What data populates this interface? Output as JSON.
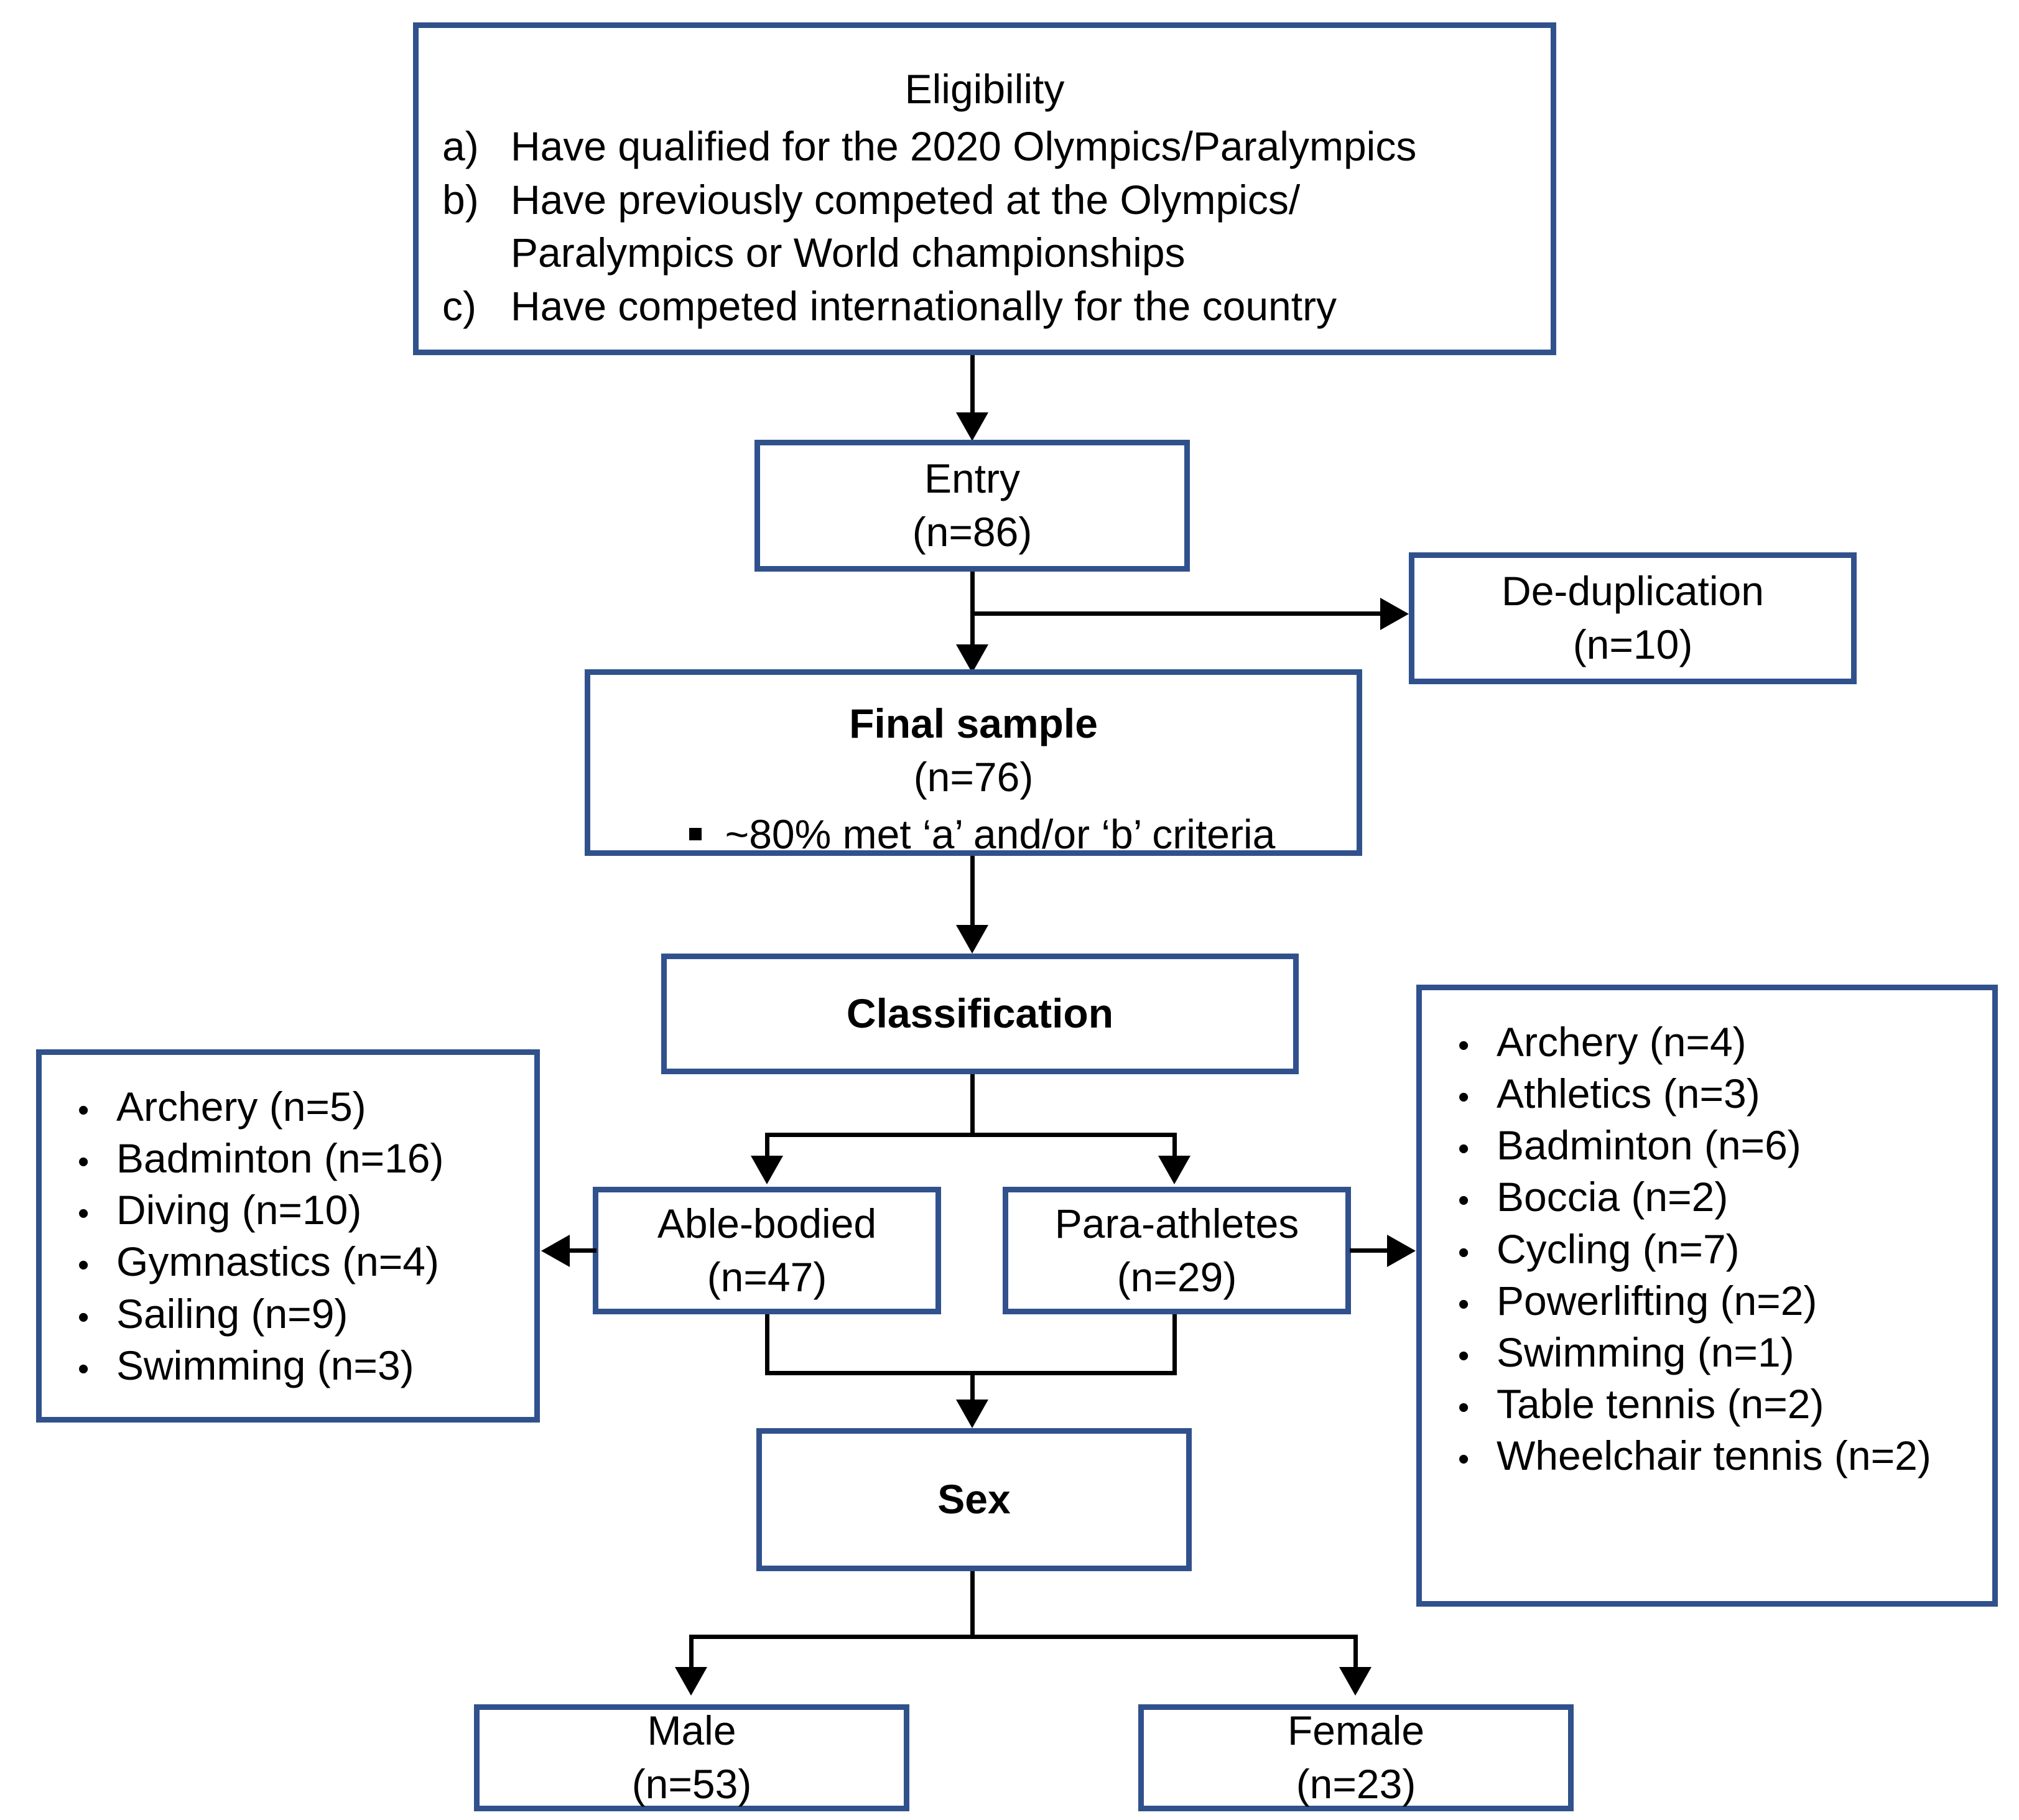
{
  "theme": {
    "box_border_color": "#31518C",
    "connector_color": "#000000",
    "background": "#ffffff"
  },
  "eligibility": {
    "title": "Eligibility",
    "criteria": [
      {
        "marker": "a)",
        "text": "Have qualified for the 2020 Olympics/Paralympics",
        "continuation": ""
      },
      {
        "marker": "b)",
        "text": "Have previously competed at the Olympics/",
        "continuation": "Paralympics or World championships"
      },
      {
        "marker": "c)",
        "text": "Have competed internationally for the country",
        "continuation": ""
      }
    ]
  },
  "entry": {
    "label": "Entry",
    "count": "(n=86)"
  },
  "deduplication": {
    "label": "De-duplication",
    "count": "(n=10)"
  },
  "final_sample": {
    "label": "Final sample",
    "count": "(n=76)",
    "note": "~80% met ‘a’ and/or ‘b’ criteria"
  },
  "classification": {
    "label": "Classification"
  },
  "able_bodied": {
    "label": "Able-bodied",
    "count": "(n=47)"
  },
  "para_athletes": {
    "label": "Para-athletes",
    "count": "(n=29)"
  },
  "sex": {
    "label": "Sex"
  },
  "male": {
    "label": "Male",
    "count": "(n=53)"
  },
  "female": {
    "label": "Female",
    "count": "(n=23)"
  },
  "able_bodied_sports": [
    {
      "bullet": "•",
      "label": "Archery (n=5)"
    },
    {
      "bullet": "•",
      "label": "Badminton (n=16)"
    },
    {
      "bullet": "•",
      "label": "Diving (n=10)"
    },
    {
      "bullet": "•",
      "label": "Gymnastics (n=4)"
    },
    {
      "bullet": "•",
      "label": "Sailing (n=9)"
    },
    {
      "bullet": "•",
      "label": "Swimming (n=3)"
    }
  ],
  "para_sports": [
    {
      "bullet": "•",
      "label": "Archery (n=4)"
    },
    {
      "bullet": "•",
      "label": "Athletics (n=3)"
    },
    {
      "bullet": "•",
      "label": "Badminton (n=6)"
    },
    {
      "bullet": "•",
      "label": "Boccia (n=2)"
    },
    {
      "bullet": "•",
      "label": "Cycling (n=7)"
    },
    {
      "bullet": "•",
      "label": "Powerlifting (n=2)"
    },
    {
      "bullet": "•",
      "label": "Swimming (n=1)"
    },
    {
      "bullet": "•",
      "label": "Table tennis (n=2)"
    },
    {
      "bullet": "•",
      "label": "Wheelchair tennis (n=2)"
    }
  ]
}
